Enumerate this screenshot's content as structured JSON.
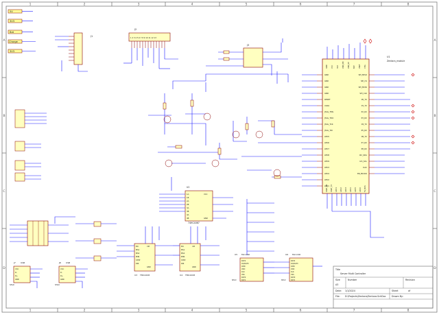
{
  "colors": {
    "wire": "#1a1aff",
    "part": "#8b0000",
    "part_fill": "#ffffc0",
    "frame": "#7a7a7a",
    "text": "#1a1a1a",
    "red_mark": "#cc0000",
    "port_fill": "#ffff99"
  },
  "frame": {
    "cols": [
      "1",
      "2",
      "3",
      "4",
      "5",
      "6",
      "7",
      "8"
    ],
    "rows": [
      "A",
      "B",
      "C",
      "D"
    ]
  },
  "left_ports": [
    "5V",
    "3V3",
    "Bat",
    "Charge",
    "3V3"
  ],
  "connectors": {
    "db9": "J1",
    "db25": "J2",
    "db25_pins": "1 2 3 4 5 6 7 8 9 10 11 12 13",
    "header": "J3"
  },
  "mcu": {
    "ref": "U1",
    "name": "Zentara_module",
    "left_pins": [
      "GND",
      "GND",
      "GND",
      "GND",
      "RESET",
      "XLNA",
      "JTAG_TMS",
      "JTAG_TDO",
      "JTAG_TCK",
      "JTAG_TDI",
      "LED5",
      "LED6",
      "LED7",
      "LED8",
      "LED9",
      "LED3",
      "LED4",
      "LED2",
      "LED1"
    ],
    "right_pins": [
      "SPI_MISO",
      "SPI_CS",
      "SPI_MOSI",
      "SPI_CLK",
      "P0_TX",
      "P1_TX",
      "P2_RX",
      "P3_RX",
      "P4_TX",
      "P5_RX",
      "P6_TX",
      "P7_RX",
      "P8_RX",
      "I2C_SDA",
      "I2C_SCL",
      "DAC",
      "EN_MICRO"
    ],
    "top_pins": [
      "GND",
      "VCC",
      "3V3",
      "USB_DM",
      "USB_DP",
      "BAT",
      "VBAT",
      "CHG"
    ],
    "bottom_pins": [
      "UART_RX",
      "UART_TX",
      "ADC1",
      "ADC2",
      "ADC3",
      "ADC4",
      "ADC5",
      "ADC6",
      "5V_BUS"
    ]
  },
  "mux": {
    "ref": "U2",
    "name": "74HC4067",
    "pins": [
      "1A",
      "1B",
      "2A",
      "2B",
      "3A",
      "3B",
      "4A",
      "4B",
      "VCC",
      "GND"
    ]
  },
  "drivers": [
    {
      "ref": "U3",
      "name": "TMC2208",
      "pins": [
        "EN",
        "MS1",
        "MS2",
        "PDN",
        "STEP",
        "DIR",
        "VM",
        "GND"
      ]
    },
    {
      "ref": "U4",
      "name": "TMC2208",
      "pins": [
        "EN",
        "MS1",
        "MS2",
        "PDN",
        "STEP",
        "DIR",
        "VM",
        "GND"
      ]
    }
  ],
  "sd_cards": [
    {
      "ref": "U5",
      "name": "MicroSD",
      "pins": [
        "DAT2",
        "CD/DAT3",
        "CMD",
        "VDD",
        "CLK",
        "VSS",
        "DAT0",
        "DAT1",
        "SHLD"
      ]
    },
    {
      "ref": "U6",
      "name": "MicroSD",
      "pins": [
        "DAT2",
        "CD/DAT3",
        "CMD",
        "VDD",
        "CLK",
        "VSS",
        "DAT0",
        "DAT1",
        "SHLD"
      ]
    }
  ],
  "usb": [
    {
      "ref": "J7",
      "name": "USB",
      "pins": [
        "VCC",
        "D-",
        "D+",
        "GND",
        "SHLD"
      ]
    },
    {
      "ref": "J8",
      "name": "USB",
      "pins": [
        "VCC",
        "D-",
        "D+",
        "GND",
        "SHLD"
      ]
    }
  ],
  "titleblock": {
    "title_label": "Title",
    "title": "Server Multi Controller",
    "size_label": "Size",
    "size": "A3",
    "number_label": "Number",
    "revision_label": "Revision",
    "date_label": "Date:",
    "date": "1/1/2024",
    "sheet_label": "Sheet",
    "sheet": "of",
    "file_label": "File:",
    "file": "D:\\Projects\\Zentara\\Zentara.SchDoc",
    "drawn_label": "Drawn By:"
  }
}
